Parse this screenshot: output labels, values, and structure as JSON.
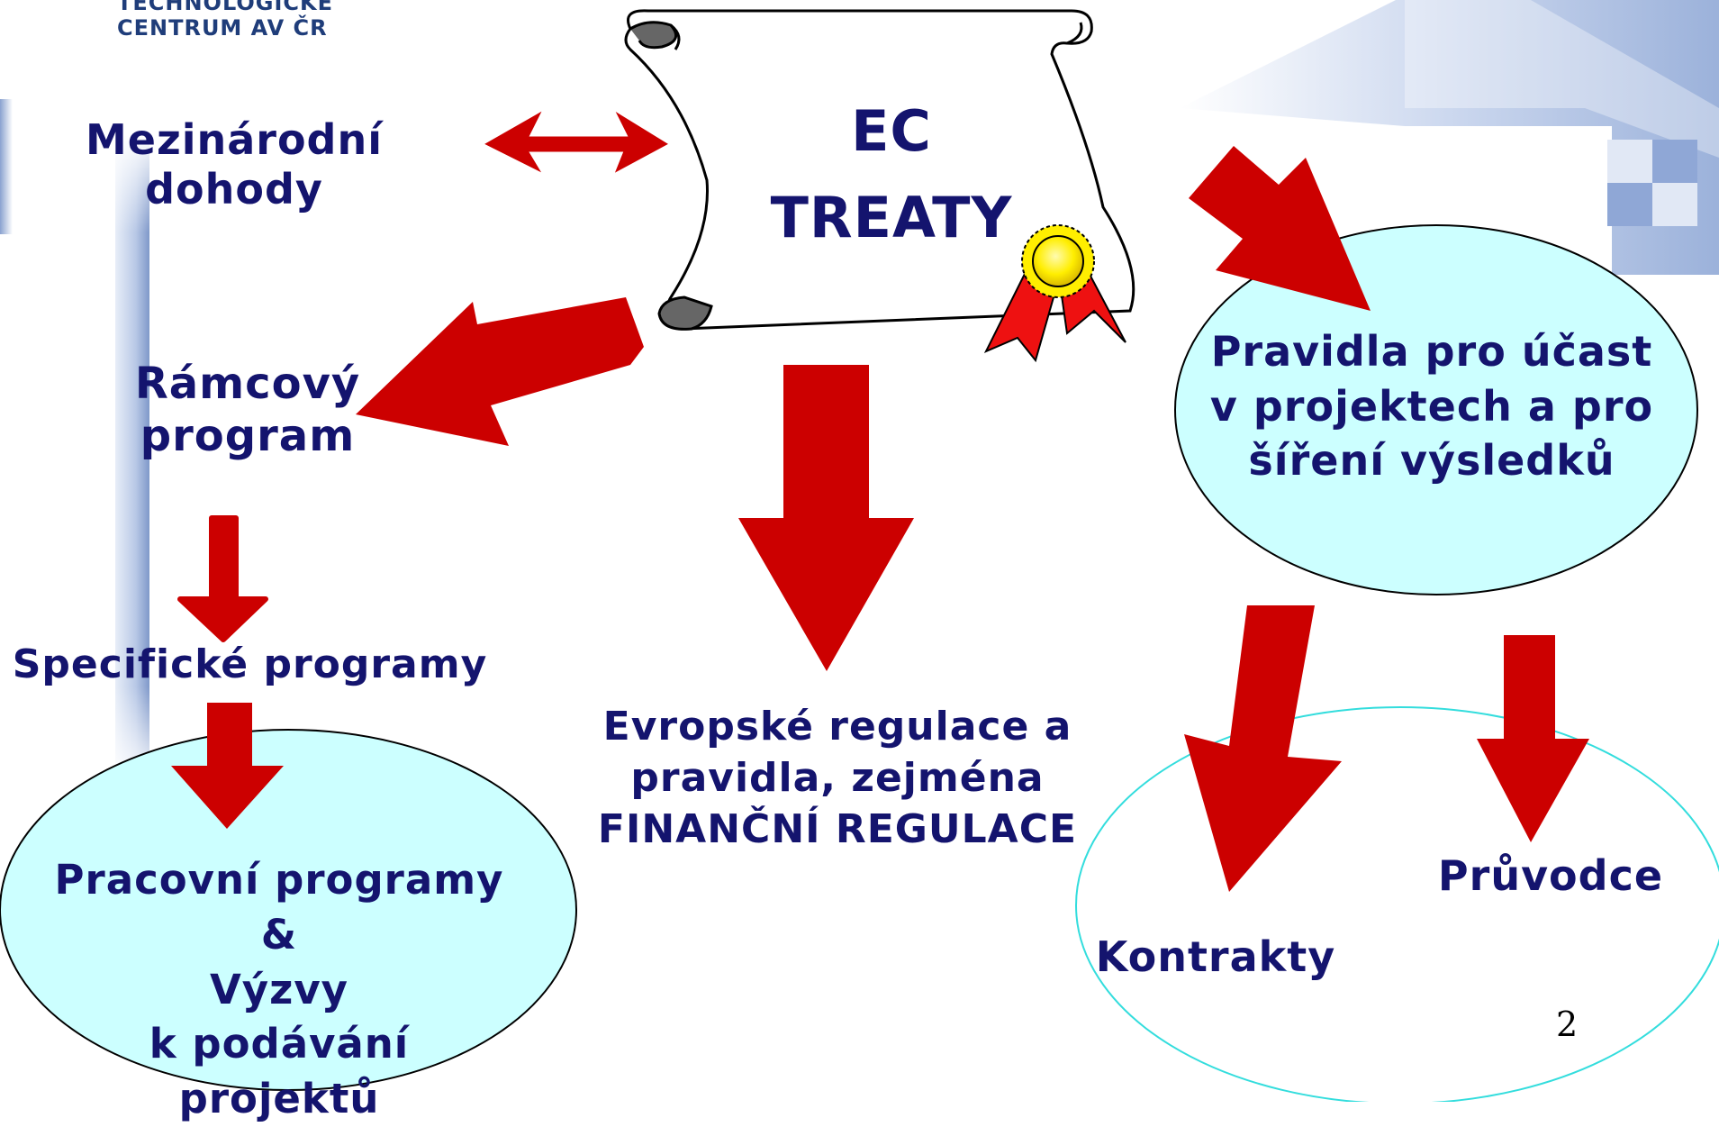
{
  "logo": {
    "line1": "TECHNOLOGICKÉ",
    "line2": "CENTRUM AV ČR"
  },
  "scroll": {
    "line1": "EC",
    "line2": "TREATY"
  },
  "nodes": {
    "international": {
      "line1": "Mezinárodní",
      "line2": "dohody"
    },
    "framework": {
      "line1": "Rámcový",
      "line2": "program"
    },
    "specific": {
      "line1": "Specifické programy"
    },
    "work": {
      "line1": "Pracovní programy",
      "line2": "&",
      "line3": "Výzvy",
      "line4": "k podávání projektů"
    },
    "regulation": {
      "line1": "Evropské regulace a",
      "line2": "pravidla, zejména",
      "line3": "FINANČNÍ REGULACE"
    },
    "rules": {
      "line1": "Pravidla pro účast",
      "line2": "v projektech a pro",
      "line3": "šíření výsledků"
    },
    "contracts": {
      "line1": "Kontrakty"
    },
    "guides": {
      "line1": "Průvodce"
    }
  },
  "page_number": "2",
  "colors": {
    "arrow": "#cc0000",
    "text": "#14146e",
    "ellipse_fill": "#ccffff",
    "ellipse_stroke_outline": "#33dddd",
    "ribbon": "#ee1111",
    "seal": "#ffee00",
    "deco_blue": "#7d97c8"
  }
}
